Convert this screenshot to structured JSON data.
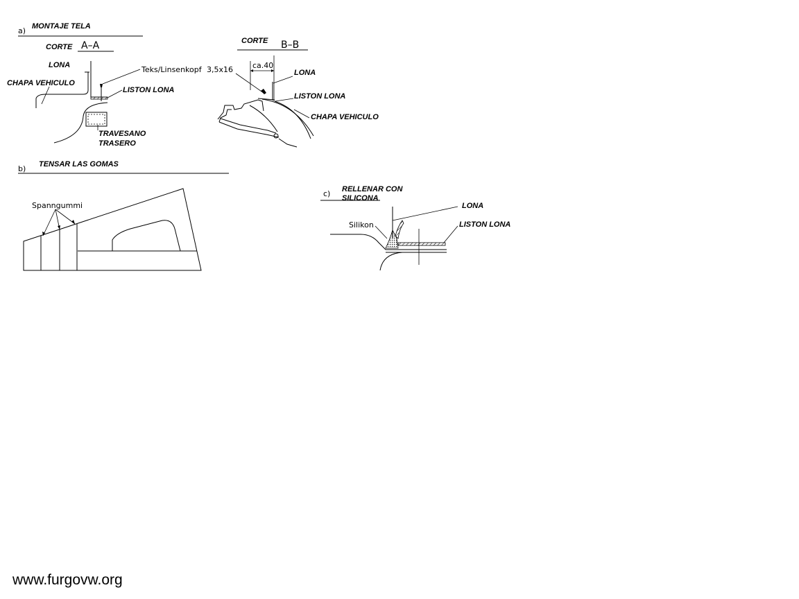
{
  "section_a": {
    "letter": "a)",
    "title": "MONTAJE TELA",
    "cut_label": "CORTE",
    "cut_name": "A–A",
    "labels": {
      "lona": "LONA",
      "chapa": "CHAPA VEHICULO",
      "screw": "Teks/Linsenkopf",
      "liston": "LISTON LONA",
      "travesano_1": "TRAVESANO",
      "travesano_2": "TRASERO"
    }
  },
  "section_bb": {
    "cut_label": "CORTE",
    "cut_name": "B–B",
    "labels": {
      "screw_size": "3,5x16",
      "dimension": "ca.40",
      "lona": "LONA",
      "liston": "LISTON LONA",
      "chapa": "CHAPA VEHICULO"
    }
  },
  "section_b": {
    "letter": "b)",
    "title": "TENSAR LAS GOMAS",
    "labels": {
      "spanngummi": "Spanngummi"
    }
  },
  "section_c": {
    "letter": "c)",
    "title_1": "RELLENAR CON",
    "title_2": "SILICONA",
    "labels": {
      "silikon": "Silikon",
      "lona": "LONA",
      "liston": "LISTON LONA"
    }
  },
  "watermark": "www.furgovw.org"
}
